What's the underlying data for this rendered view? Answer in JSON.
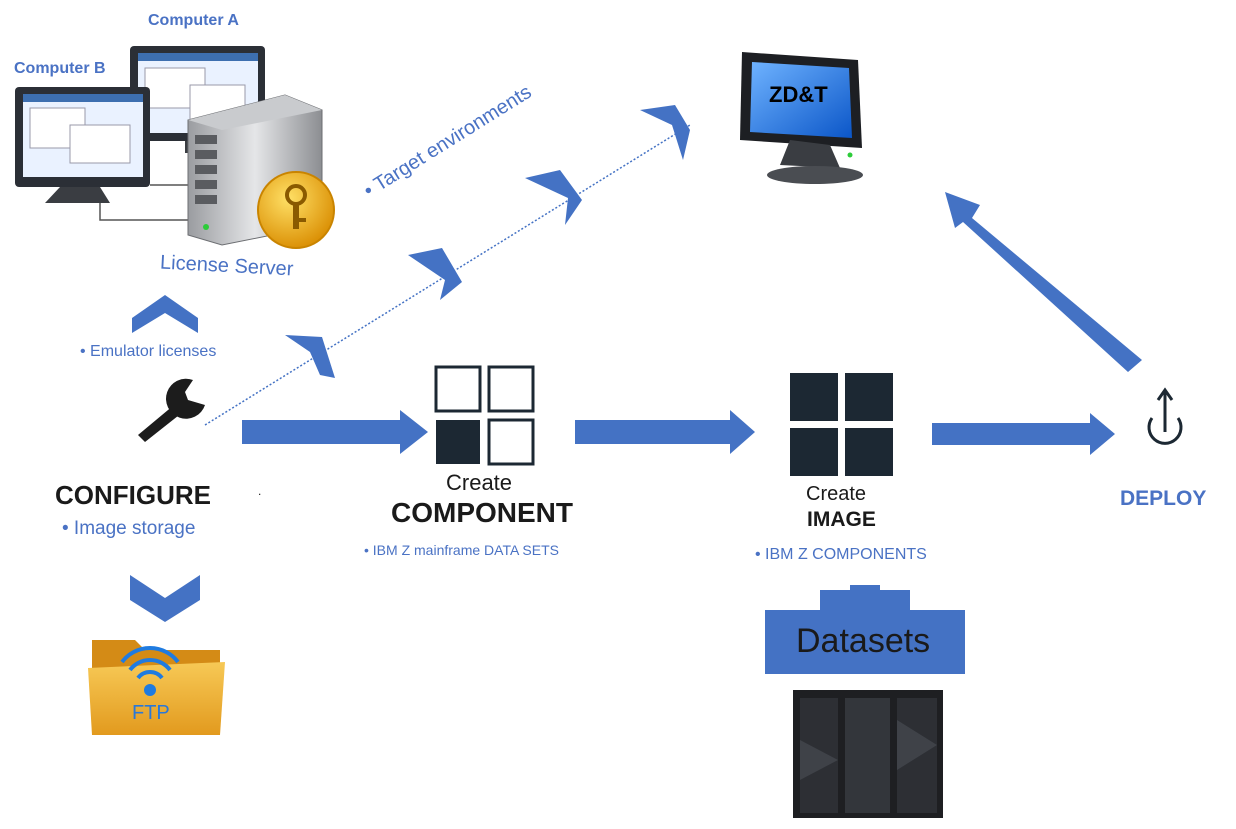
{
  "colors": {
    "arrow": "#4472c4",
    "label_blue": "#4a72c4",
    "text_dark": "#1a1a1a",
    "folder": "#f2b53a",
    "key_gold": "#f0b400"
  },
  "computers": {
    "computer_a": "Computer A",
    "computer_b": "Computer B",
    "license_server": "License Server"
  },
  "target": {
    "bullet": "• Target environments",
    "zdt_label": "ZD&T"
  },
  "configure": {
    "emulator_licenses": "• Emulator licenses",
    "title": "CONFIGURE",
    "image_storage": "• Image storage",
    "ftp_label": "FTP",
    "dot": "."
  },
  "component": {
    "create": "Create",
    "title": "COMPONENT",
    "bullet": "• IBM Z mainframe DATA SETS"
  },
  "image": {
    "create": "Create",
    "title": "IMAGE",
    "bullet": "• IBM Z COMPONENTS",
    "datasets": "Datasets"
  },
  "deploy": {
    "title": "DEPLOY"
  },
  "icons": [
    "computer-icon",
    "server-icon",
    "key-icon",
    "monitor-icon",
    "wrench-icon",
    "component-grid-icon",
    "image-grid-icon",
    "power-icon",
    "ftp-folder-icon",
    "mainframe-icon"
  ]
}
